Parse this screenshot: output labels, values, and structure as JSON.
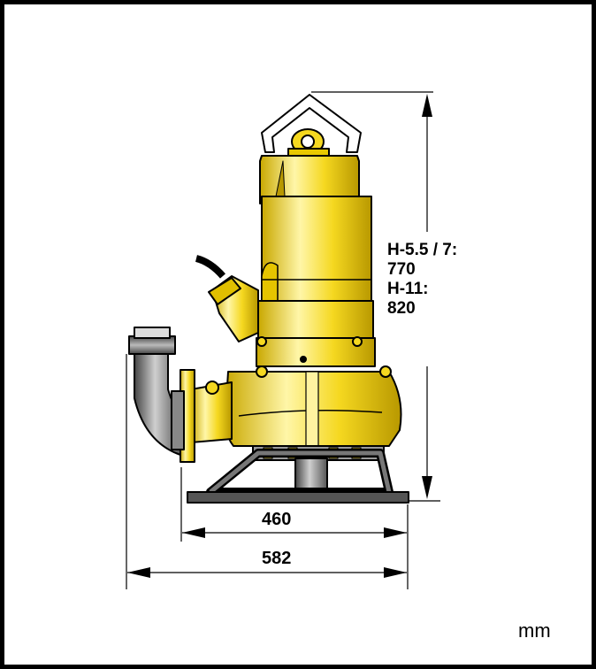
{
  "figure": {
    "height_label": {
      "line1": "H-5.5 / 7:",
      "line2": "770",
      "line3": "H-11:",
      "line4": "820"
    },
    "width_inner": "460",
    "width_outer": "582",
    "unit": "mm"
  },
  "colors": {
    "pump_yellow": "#f5d820",
    "pump_yellow_light": "#fff3a0",
    "pump_yellow_dark": "#b89800",
    "outline": "#000000",
    "pipe_gray": "#8a8a8a",
    "base_gray": "#555555"
  }
}
